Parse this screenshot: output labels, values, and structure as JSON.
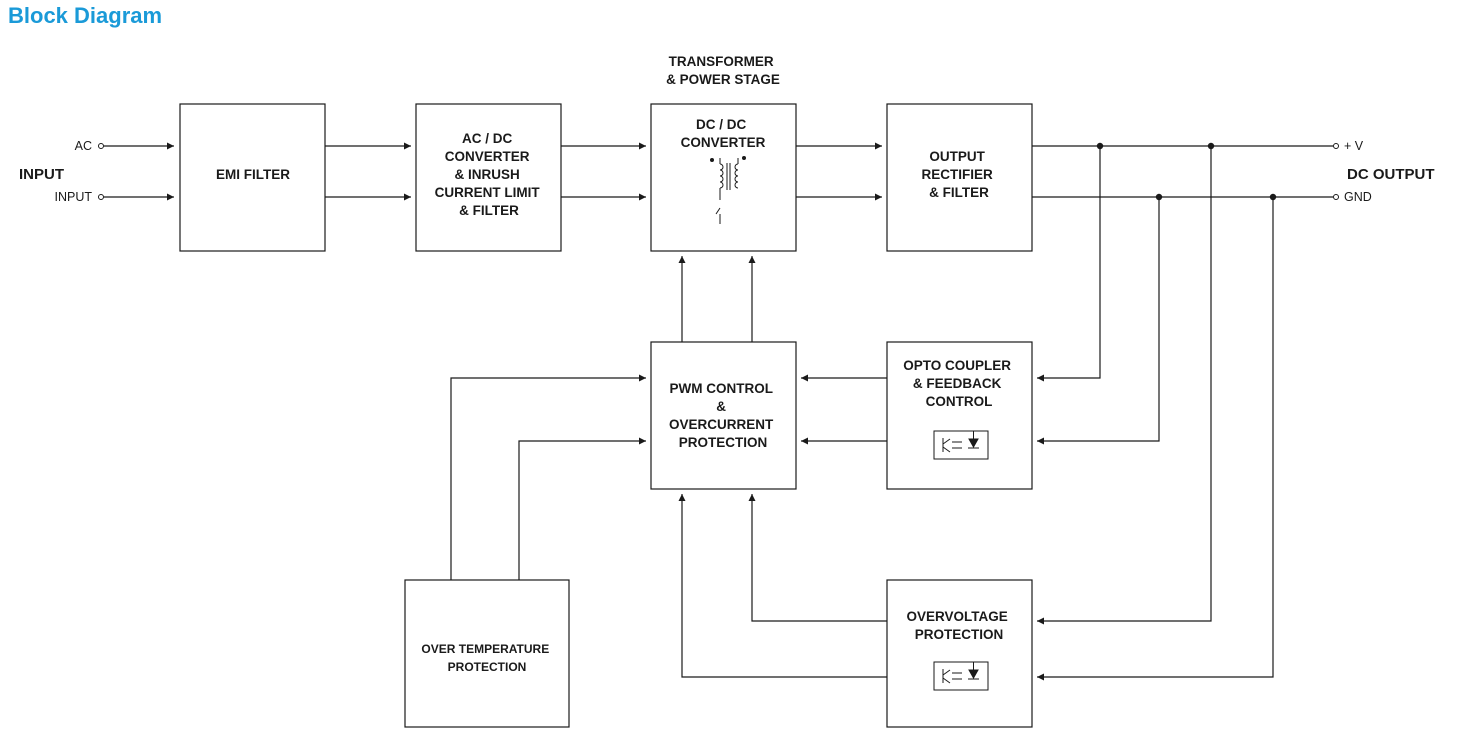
{
  "title": "Block Diagram",
  "inputs": {
    "group_label": "INPUT",
    "line1": "AC",
    "line2": "INPUT"
  },
  "outputs": {
    "group_label": "DC OUTPUT",
    "pos": "+ V",
    "neg": "GND"
  },
  "transformer_caption": [
    "TRANSFORMER",
    "& POWER STAGE"
  ],
  "blocks": {
    "emi": [
      "EMI FILTER"
    ],
    "acdc": [
      "AC / DC",
      "CONVERTER",
      "& INRUSH",
      "CURRENT LIMIT",
      "& FILTER"
    ],
    "dcdc": [
      "DC / DC",
      "CONVERTER"
    ],
    "rect": [
      "OUTPUT",
      "RECTIFIER",
      "& FILTER"
    ],
    "pwm": [
      "PWM CONTROL",
      "&",
      "OVERCURRENT",
      "PROTECTION"
    ],
    "opto": [
      "OPTO COUPLER",
      "& FEEDBACK",
      "CONTROL"
    ],
    "ovp": [
      "OVERVOLTAGE",
      "PROTECTION"
    ],
    "otp": [
      "OVER TEMPERATURE",
      "PROTECTION"
    ]
  },
  "colors": {
    "heading": "#1a9ad8",
    "lines": "#1a1a1a"
  }
}
